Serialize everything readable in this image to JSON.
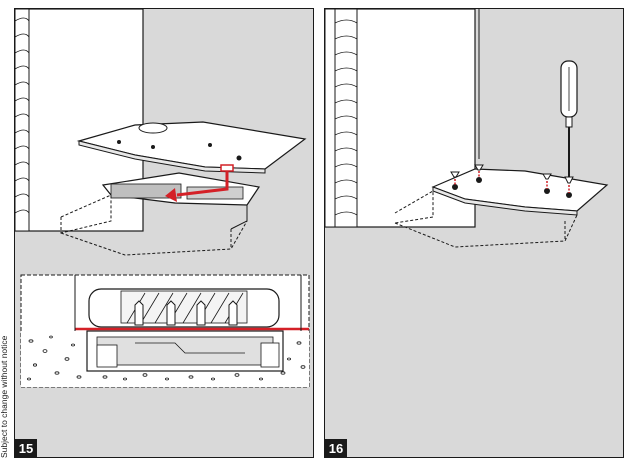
{
  "steps": [
    {
      "number": "15"
    },
    {
      "number": "16"
    }
  ],
  "footer": {
    "disclaimer": "Subject to change without notice"
  },
  "colors": {
    "accent": "#d42027",
    "panel_bg": "#d9d9d9",
    "line": "#1a1a1a"
  },
  "icons": [
    "screwdriver-icon",
    "screw-icon",
    "arrow-icon"
  ]
}
